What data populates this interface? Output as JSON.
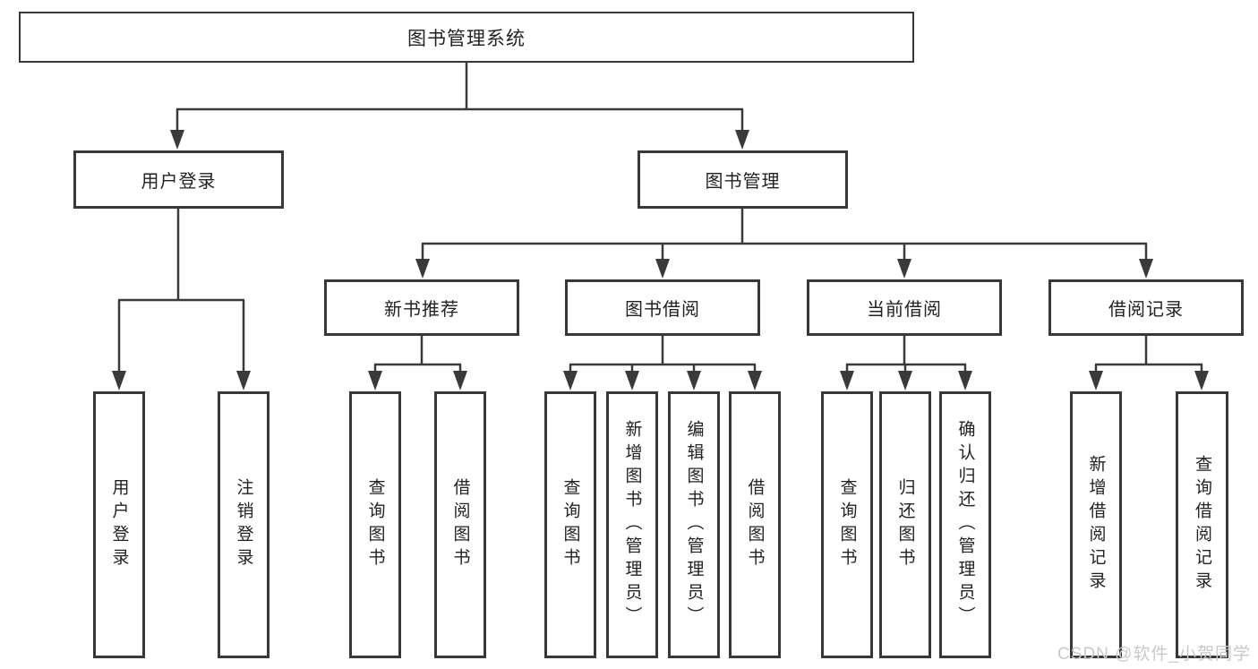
{
  "diagram": {
    "root": {
      "label": "图书管理系统"
    },
    "level2": {
      "user_login": {
        "label": "用户登录"
      },
      "book_mgmt": {
        "label": "图书管理"
      }
    },
    "level3": {
      "new_book": {
        "label": "新书推荐"
      },
      "book_borrow": {
        "label": "图书借阅"
      },
      "current_borrow": {
        "label": "当前借阅"
      },
      "borrow_record": {
        "label": "借阅记录"
      }
    },
    "leaves": {
      "user_login": [
        "用户登录",
        "注销登录"
      ],
      "new_book": [
        "查询图书",
        "借阅图书"
      ],
      "book_borrow": [
        "查询图书",
        "新增图书（管理员）",
        "编辑图书（管理员）",
        "借阅图书"
      ],
      "current_borrow": [
        "查询图书",
        "归还图书",
        "确认归还（管理员）"
      ],
      "borrow_record": [
        "新增借阅记录",
        "查询借阅记录"
      ]
    },
    "watermark": "CSDN @软件_小贺同学",
    "colors": {
      "line": "#3a3a3a",
      "border": "#383838",
      "text": "#222222",
      "watermark": "#c9c9c9",
      "background": "#ffffff"
    }
  }
}
